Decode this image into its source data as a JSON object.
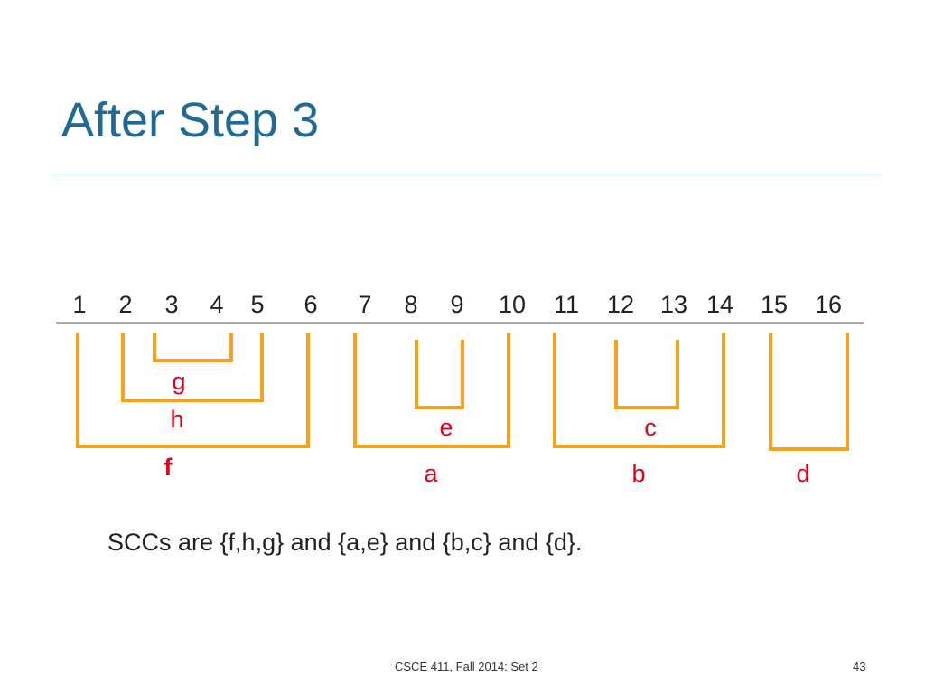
{
  "slide": {
    "title": "After Step 3",
    "caption": "SCCs are {f,h,g} and {a,e} and {b,c} and {d}.",
    "footer": "CSCE 411, Fall 2014:  Set 2",
    "page_number": "43"
  },
  "timeline": {
    "numbers": [
      "1",
      "2",
      "3",
      "4",
      "5",
      "6",
      "7",
      "8",
      "9",
      "10",
      "11",
      "12",
      "13",
      "14",
      "15",
      "16"
    ]
  },
  "intervals": [
    {
      "label": "f",
      "start": 1,
      "end": 6,
      "bold": true
    },
    {
      "label": "h",
      "start": 2,
      "end": 5,
      "bold": false
    },
    {
      "label": "g",
      "start": 3,
      "end": 4,
      "bold": false
    },
    {
      "label": "a",
      "start": 7,
      "end": 10,
      "bold": false
    },
    {
      "label": "e",
      "start": 8,
      "end": 9,
      "bold": false
    },
    {
      "label": "b",
      "start": 11,
      "end": 14,
      "bold": false
    },
    {
      "label": "c",
      "start": 12,
      "end": 13,
      "bold": false
    },
    {
      "label": "d",
      "start": 15,
      "end": 16,
      "bold": false
    }
  ],
  "colors": {
    "title": "#1f6b96",
    "bracket": "#f5a11c",
    "label": "#e3001b",
    "rule": "#6f9ac4"
  }
}
